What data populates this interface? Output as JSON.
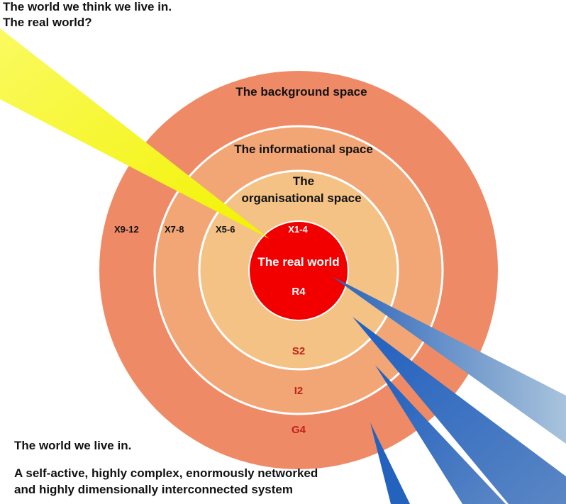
{
  "captions": {
    "top_line1": "The world we think we live in.",
    "top_line2": "The real world?",
    "bottom_line1": "The world we live in.",
    "bottom_line2": "A self-active, highly complex, enormously networked",
    "bottom_line3": "and highly dimensionally interconnected system"
  },
  "rings": {
    "background": "The background space",
    "informational": "The informational space",
    "organisational_line1": "The",
    "organisational_line2": "organisational space",
    "core": "The real world"
  },
  "labels": {
    "x9_12": "X9-12",
    "x7_8": "X7-8",
    "x5_6": "X5-6",
    "x1_4": "X1-4",
    "r4": "R4",
    "s2": "S2",
    "i2": "I2",
    "g4": "G4"
  },
  "colors": {
    "outer": "#ef8a67",
    "middle": "#f2a676",
    "inner": "#f4c284",
    "core": "#f20000",
    "yellow_beam": "#f5f500",
    "blue_beam": "#2e6cc0"
  }
}
